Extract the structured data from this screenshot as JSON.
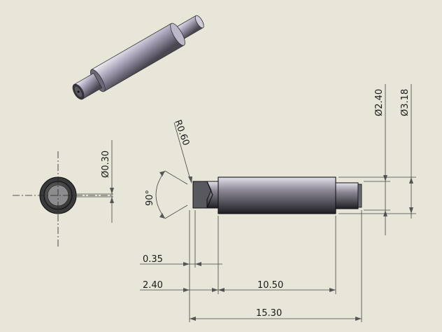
{
  "dimensions": {
    "hole_dia": "Ø0.30",
    "tip_radius": "R0.60",
    "angle": "90°",
    "chamfer": "0.35",
    "end_len": "2.40",
    "body_len": "10.50",
    "total_len": "15.30",
    "neck_dia": "Ø2.40",
    "body_dia": "Ø3.18"
  },
  "colors": {
    "background": "#e8e6d8",
    "part_dark": "#3a3a3a",
    "part_light": "#9c98a6",
    "dimension_line": "#555555"
  }
}
